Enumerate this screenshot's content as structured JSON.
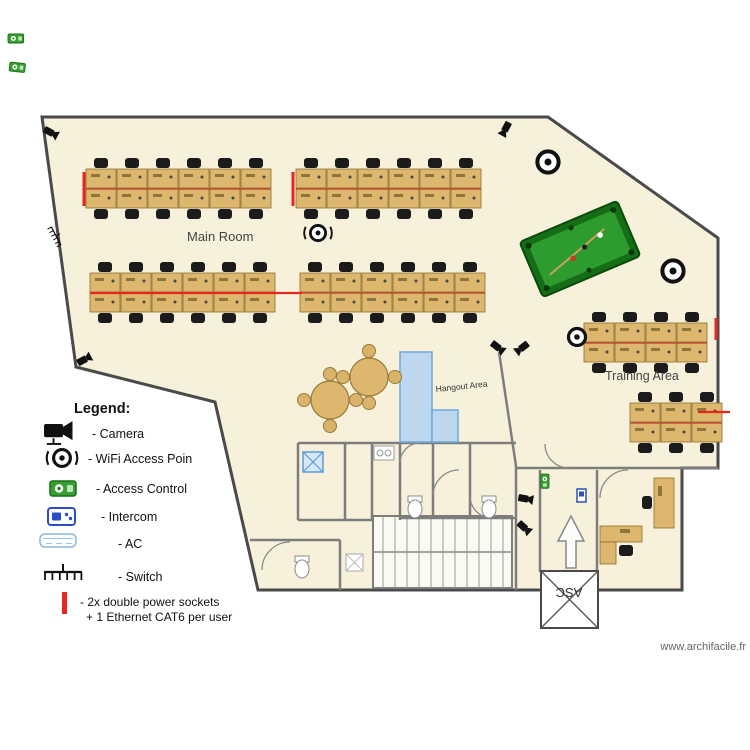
{
  "plan": {
    "rooms": {
      "main_room": "Main Room",
      "training_area": "Training Area",
      "hangout_area": "Hangout Area",
      "elevator": "ASC"
    },
    "watermark": "www.archifacile.fr"
  },
  "legend": {
    "title": "Legend:",
    "camera": "- Camera",
    "wifi": "- WiFi Access Poin",
    "access": "- Access Control",
    "intercom": "- Intercom",
    "ac": "- AC",
    "switch": "- Switch",
    "power_line1": "- 2x double power sockets",
    "power_line2": "+ 1 Ethernet CAT6 per user"
  },
  "colors": {
    "floor": "#F7F1DC",
    "desk": "#DDB76E",
    "chair": "#1B1B1B",
    "pool_felt": "#2E9B2E",
    "couch": "#BDD7EE",
    "power_red": "#E8251F",
    "access_green": "#35A02F",
    "intercom_blue": "#2B4FC2",
    "wall": "#4A4A4A"
  }
}
